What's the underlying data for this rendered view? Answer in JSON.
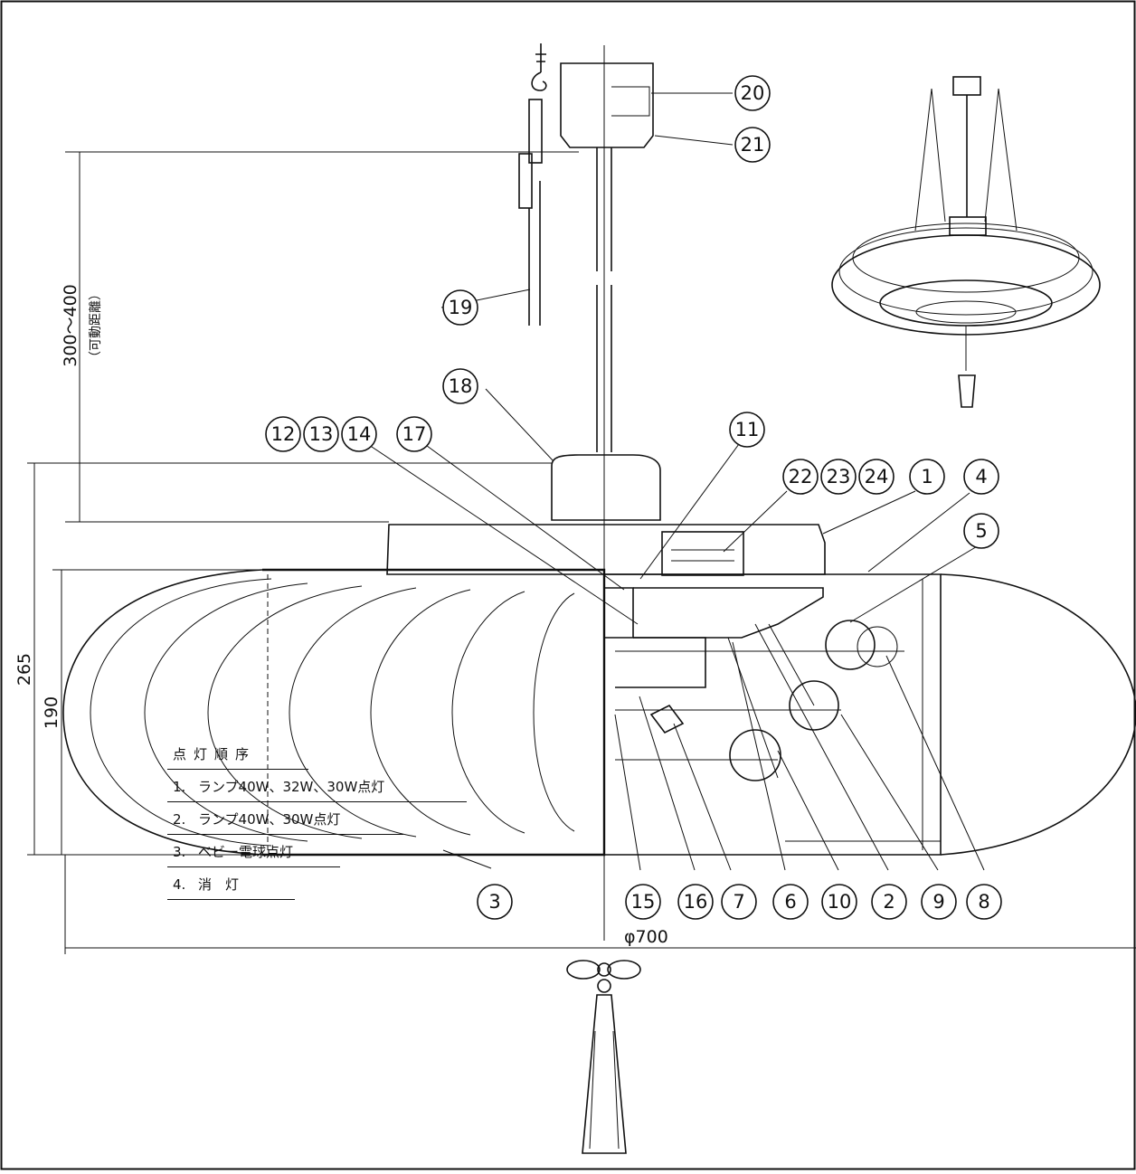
{
  "callouts": [
    "1",
    "2",
    "3",
    "4",
    "5",
    "6",
    "7",
    "8",
    "9",
    "10",
    "11",
    "12",
    "13",
    "14",
    "15",
    "16",
    "17",
    "18",
    "19",
    "20",
    "21",
    "22",
    "23",
    "24"
  ],
  "dimensions": {
    "height_adjust": "300～400",
    "height_adjust_note": "（可動距離）",
    "total_height": "265",
    "body_height": "190",
    "diameter": "φ700"
  },
  "legend": {
    "title": "点灯順序",
    "items": [
      {
        "num": "1.",
        "text": "ランプ40W、32W、30W点灯"
      },
      {
        "num": "2.",
        "text": "ランプ40W、30W点灯"
      },
      {
        "num": "3.",
        "text": "ベビー電球点灯"
      },
      {
        "num": "4.",
        "text": "消　灯"
      }
    ]
  }
}
